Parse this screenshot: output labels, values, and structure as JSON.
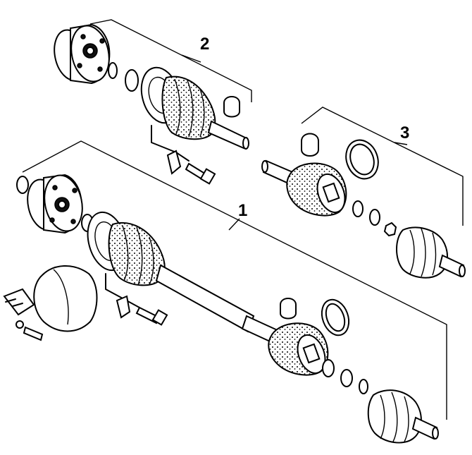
{
  "callouts": {
    "c1": "1",
    "c2": "2",
    "c3": "3"
  },
  "colors": {
    "ink": "#000000",
    "paper": "#ffffff"
  }
}
